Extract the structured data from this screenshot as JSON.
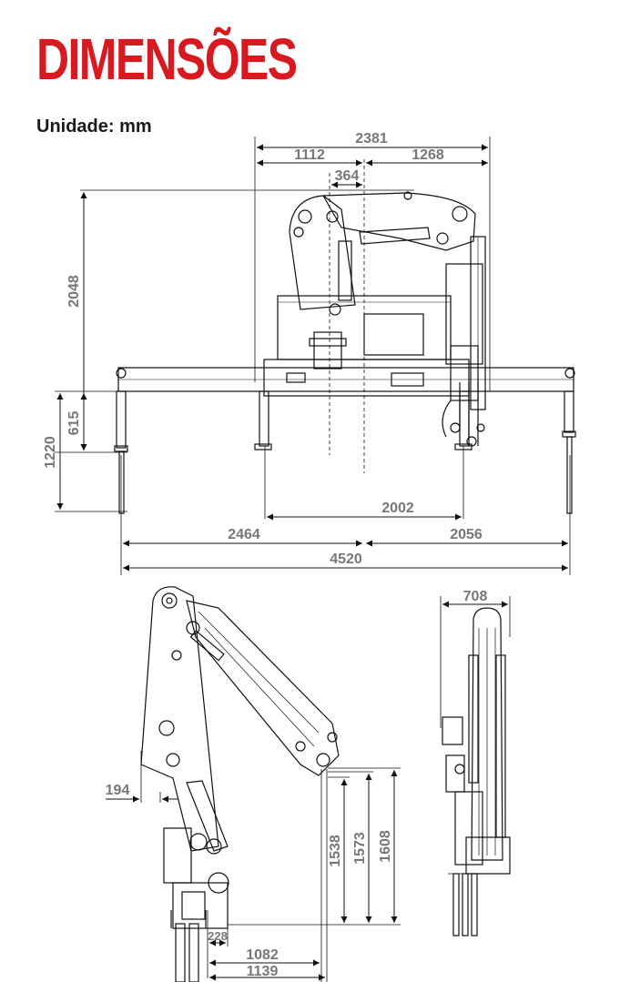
{
  "header": {
    "title": "DIMENSÕES",
    "unit_label": "Unidade: mm"
  },
  "colors": {
    "accent": "#d71920",
    "dimension_text": "#777777",
    "line": "#111111"
  },
  "top_view": {
    "overall_width": "2381",
    "left_width": "1112",
    "right_width": "1268",
    "column_offset": "364",
    "height_total": "2048",
    "leg_height": "615",
    "stabilizer_height": "1220",
    "stabilizer_inner_span": "2002",
    "left_span": "2464",
    "right_span": "2056",
    "total_span": "4520"
  },
  "side_view": {
    "offset": "194",
    "base_offset": "228",
    "length_1": "1082",
    "length_2": "1139",
    "height_1": "1538",
    "height_2": "1573",
    "height_3": "1608"
  },
  "front_view": {
    "width": "708"
  }
}
